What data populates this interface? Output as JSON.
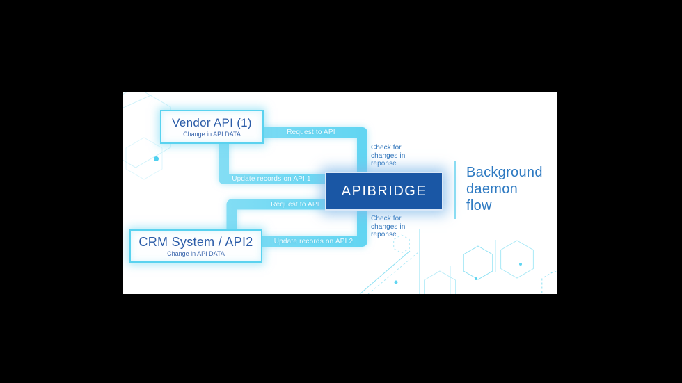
{
  "canvas": {
    "page_bg": "#000000",
    "bg": "#ffffff"
  },
  "colors": {
    "pipe": "#5fd4f1",
    "node_border": "#5ad2ef",
    "node_title": "#2b5ca8",
    "bridge_bg": "#1a57a5",
    "bridge_text": "#ffffff",
    "pipe_label": "#f0fcff",
    "annotation": "#2f74ba",
    "side_note": "#2e7ac2",
    "decor": "#7adcf2"
  },
  "nodes": {
    "vendor": {
      "title": "Vendor API (1)",
      "subtitle": "Change in API DATA"
    },
    "crm": {
      "title": "CRM System / API2",
      "subtitle": "Change in API DATA"
    },
    "bridge": {
      "title": "APIBRIDGE"
    }
  },
  "pipes": {
    "request_top": {
      "label": "Request to API"
    },
    "update_api1": {
      "label": "Update records on API 1"
    },
    "request_bottom": {
      "label": "Request to API"
    },
    "update_api2": {
      "label": "Update records on API 2"
    }
  },
  "annotations": {
    "check_top": "Check for\nchanges in\nreponse",
    "check_bottom": "Check for\nchanges in\nreponse",
    "side_note": "Background\ndaemon\nflow"
  }
}
